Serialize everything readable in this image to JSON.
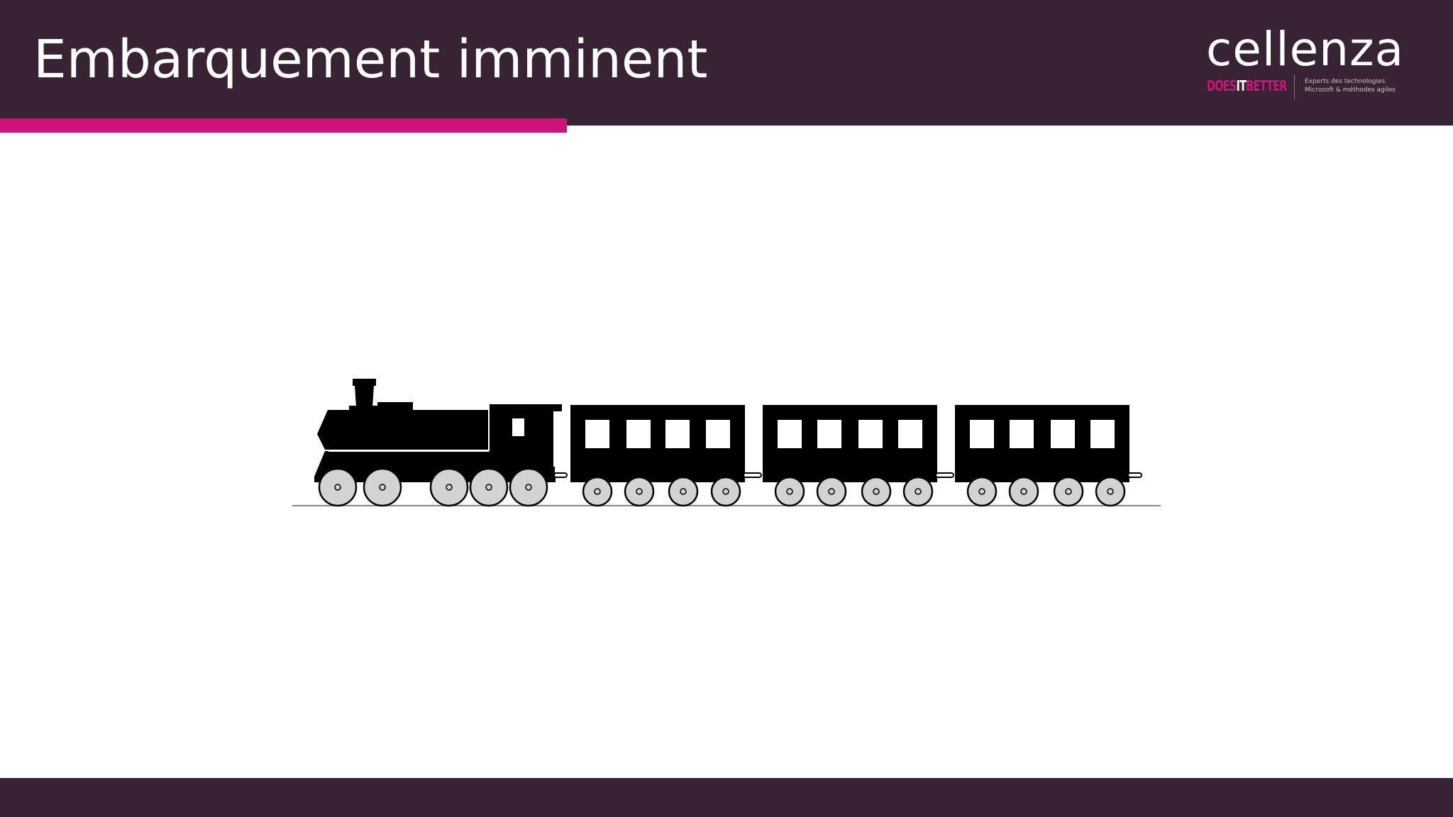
{
  "slide": {
    "title": "Embarquement imminent"
  },
  "logo": {
    "wordmark": "cellenza",
    "slogan_does": "DOES",
    "slogan_it": "IT",
    "slogan_better": "BETTER",
    "tagline_line1": "Experts des technologies",
    "tagline_line2": "Microsoft & méthodes agiles"
  },
  "colors": {
    "header": "#372334",
    "accent": "#d0127a",
    "train": "#000000",
    "wheel": "#d3d3d3"
  }
}
